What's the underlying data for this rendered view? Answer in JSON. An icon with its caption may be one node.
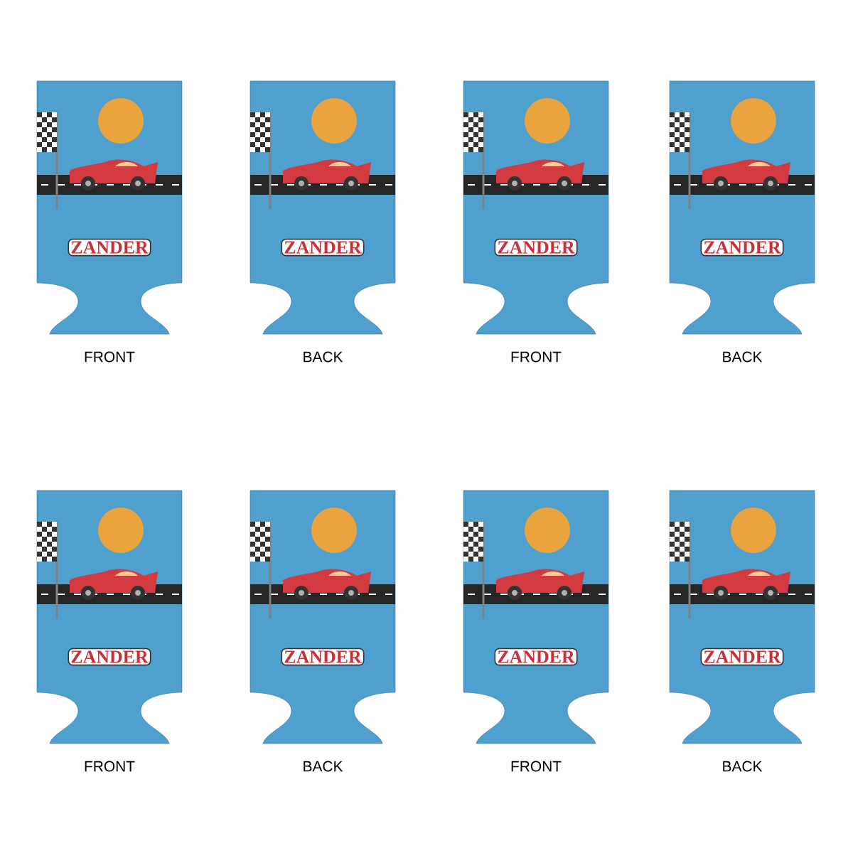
{
  "diagram": {
    "nodes": [
      {
        "text": [
          "ZANDER"
        ],
        "beside": [
          "FRONT"
        ]
      },
      {
        "text": [
          "ZANDER"
        ],
        "beside": [
          "BACK"
        ]
      },
      {
        "text": [
          "ZANDER"
        ],
        "beside": [
          "FRONT"
        ]
      },
      {
        "text": [
          "ZANDER"
        ],
        "beside": [
          "BACK"
        ]
      },
      {
        "text": [
          "ZANDER"
        ],
        "beside": [
          "FRONT"
        ]
      },
      {
        "text": [
          "ZANDER"
        ],
        "beside": [
          "BACK"
        ]
      },
      {
        "text": [
          "ZANDER"
        ],
        "beside": [
          "FRONT"
        ]
      },
      {
        "text": [
          "ZANDER"
        ],
        "beside": [
          "BACK"
        ]
      }
    ]
  }
}
